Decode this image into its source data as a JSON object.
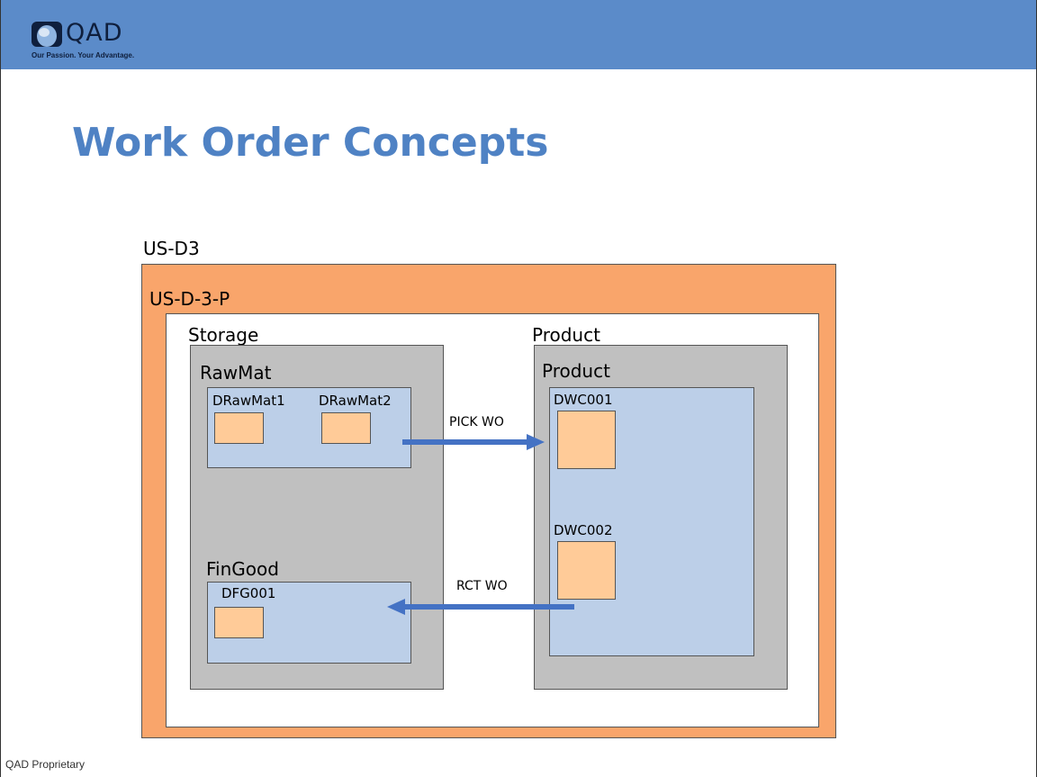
{
  "header": {
    "logo_text": "QAD",
    "tagline": "Our Passion. Your Advantage."
  },
  "title": "Work Order Concepts",
  "site": {
    "label": "US-D3"
  },
  "plant": {
    "label": "US-D-3-P"
  },
  "areas": {
    "storage": {
      "label": "Storage",
      "rawmat": {
        "label": "RawMat",
        "bins": [
          "DRawMat1",
          "DRawMat2"
        ]
      },
      "fingood": {
        "label": "FinGood",
        "bins": [
          "DFG001"
        ]
      }
    },
    "product": {
      "label": "Product",
      "inner_label": "Product",
      "bins": [
        "DWC001",
        "DWC002"
      ]
    }
  },
  "flows": {
    "pick": "PICK WO",
    "receipt": "RCT WO"
  },
  "colors": {
    "header_bar": "#5b8bc9",
    "title": "#4f82c4",
    "site": "#f9a56b",
    "area": "#c0c0c0",
    "location": "#bccfe8",
    "bin": "#ffcb98",
    "arrow": "#4472c4"
  },
  "footer": "QAD Proprietary"
}
